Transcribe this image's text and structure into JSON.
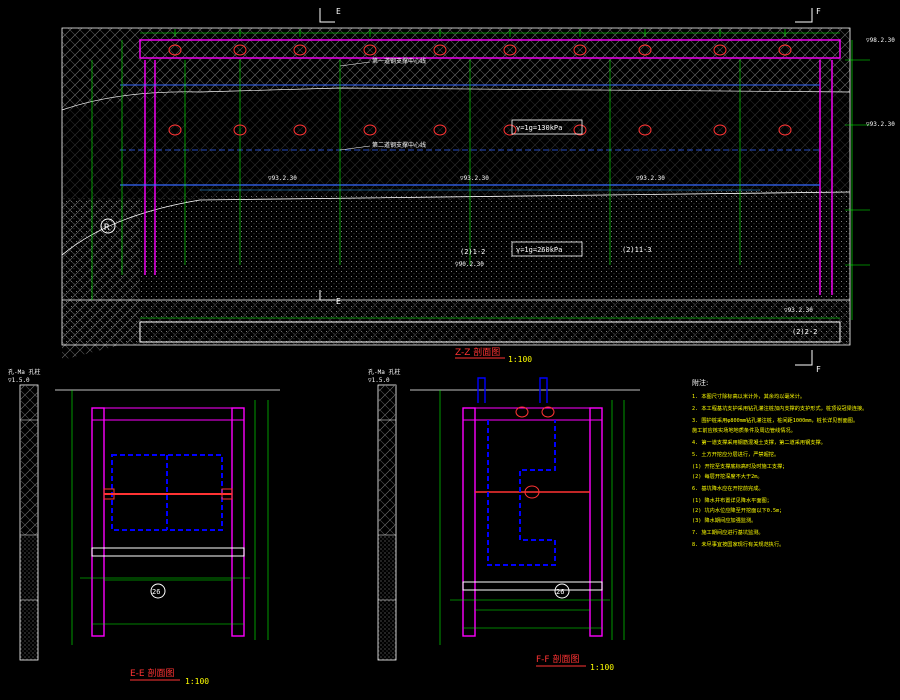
{
  "drawing": {
    "colors": {
      "background": "#000000",
      "outline": "#ffffff",
      "dimension": "#00ff00",
      "wall": "#ff00ff",
      "strut": "#ff3333",
      "water_line": "#3366ff",
      "note": "#ffff00",
      "title": "#ff3333",
      "steel": "#0000ff",
      "label": "#ffffff"
    },
    "main_section": {
      "cut_left": "E",
      "cut_right": "F",
      "title": "Z-Z 剖面图",
      "scale": "1:100",
      "label_top_left": "R",
      "soil_upper": "γ=1g=130kPa",
      "soil_lower": "γ=1g=260kPa",
      "tag_1": "(2)1-2",
      "tag_2": "(2)11-3",
      "tag_3": "(2)2-2",
      "elevation_labels": [
        "▽98.2.30",
        "▽93.2.30",
        "▽93.2.30",
        "▽93.2.30",
        "▽93.2.30",
        "▽90.2.30",
        "▽93.2.30"
      ],
      "note_a": "第一道钢支撑中心线",
      "note_b": "第二道钢支撑中心线"
    },
    "section_e": {
      "title": "E-E 剖面图",
      "scale": "1:100",
      "marker": "26",
      "bore_header": "孔-Ma 孔柱",
      "bore_sub": "▽1.5.0"
    },
    "section_f": {
      "title": "F-F 剖面图",
      "scale": "1:100",
      "marker": "26",
      "bore_header": "孔-Ma 孔柱",
      "bore_sub": "▽1.5.0"
    },
    "notes": {
      "heading": "附注:",
      "items": [
        "1. 本图尺寸除标高以米计外，其余均以毫米计。",
        "2. 本工程基坑支护采用钻孔灌注桩加内支撑的支护形式，桩顶设冠梁连接。",
        "3. 围护桩采用φ800mm钻孔灌注桩，桩间距1000mm，桩长详见剖面图。",
        "   施工前应核实场地地质条件及周边管线情况。",
        "4. 第一道支撑采用钢筋混凝土支撑，第二道采用钢支撑。",
        "5. 土方开挖应分层进行，严禁超挖。",
        "   (1) 开挖至支撑底标高时及时施工支撑；",
        "   (2) 每层开挖深度不大于2m。",
        "6. 基坑降水应在开挖前完成。",
        "   (1) 降水井布置详见降水平面图；",
        "   (2) 坑内水位应降至开挖面以下0.5m；",
        "   (3) 降水期间应加强监测。",
        "7. 施工期间应进行基坑监测。",
        "8. 未尽事宜按国家现行有关规范执行。"
      ]
    }
  }
}
